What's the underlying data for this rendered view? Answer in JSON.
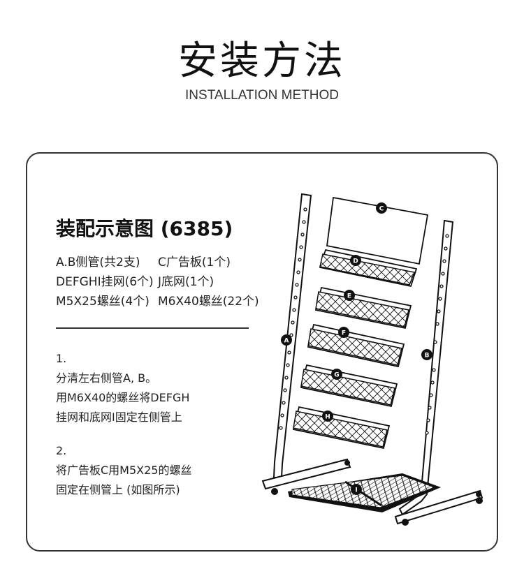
{
  "header": {
    "title": "安装方法",
    "subtitle": "INSTALLATION METHOD"
  },
  "panel": {
    "heading": "装配示意图 (6385)",
    "parts": [
      [
        "A.B侧管(共2支)",
        "C广告板(1个)"
      ],
      [
        "DEFGHI挂网(6个)",
        "J底网(1个)"
      ],
      [
        "M5X25螺丝(4个)",
        "M6X40螺丝(22个)"
      ]
    ],
    "steps": [
      {
        "number": "1.",
        "lines": [
          "分清左右侧管A, B。",
          "用M6X40的螺丝将DEFGH",
          "挂网和底网I固定在侧管上"
        ]
      },
      {
        "number": "2.",
        "lines": [
          "将广告板C用M5X25的螺丝",
          "固定在侧管上 (如图所示)"
        ]
      }
    ]
  },
  "diagram": {
    "labels": {
      "a": "A",
      "b": "B",
      "c": "C",
      "d": "D",
      "e": "E",
      "f": "F",
      "g": "G",
      "h": "H",
      "i": "I"
    },
    "line_color": "#111111"
  }
}
